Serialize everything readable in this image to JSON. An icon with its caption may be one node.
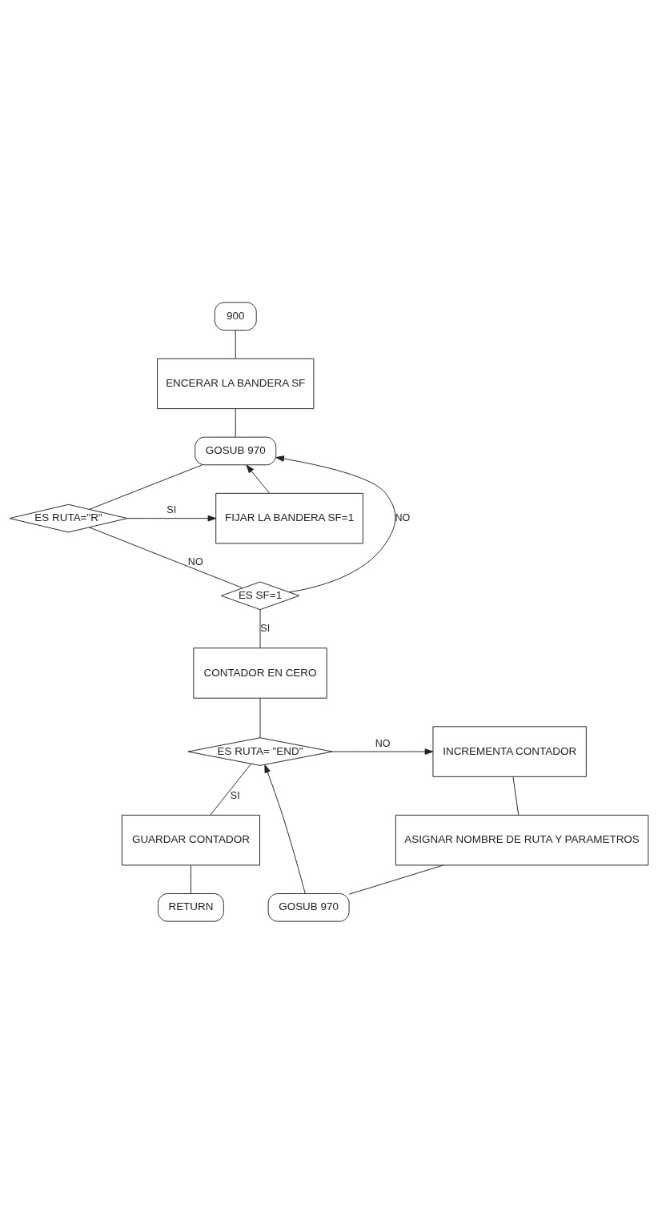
{
  "diagram": {
    "nodes": [
      {
        "text": [
          "900"
        ]
      },
      {
        "text": [
          "ENCERAR LA BANDERA SF"
        ]
      },
      {
        "text": [
          "GOSUB 970"
        ]
      },
      {
        "text": [
          "ES RUTA=\"R\""
        ]
      },
      {
        "text": [
          "FIJAR LA BANDERA SF=1"
        ]
      },
      {
        "text": [
          "ES SF=1"
        ]
      },
      {
        "text": [
          "CONTADOR EN CERO"
        ]
      },
      {
        "text": [
          "ES RUTA= \"END\""
        ]
      },
      {
        "text": [
          "INCREMENTA CONTADOR"
        ]
      },
      {
        "text": [
          "GUARDAR CONTADOR"
        ]
      },
      {
        "text": [
          "ASIGNAR NOMBRE DE RUTA Y PARAMETROS"
        ]
      },
      {
        "text": [
          "RETURN"
        ]
      },
      {
        "text": [
          "GOSUB 970"
        ]
      }
    ],
    "edges": [
      {
        "from": 0,
        "to": 1,
        "arrow": "none"
      },
      {
        "from": 1,
        "to": 2,
        "arrow": "none"
      },
      {
        "from": 2,
        "to": 3,
        "arrow": "none"
      },
      {
        "from": 3,
        "to": 4,
        "arrow": "to",
        "label": "SI"
      },
      {
        "from": 3,
        "to": 5,
        "arrow": "none",
        "label": "NO"
      },
      {
        "from": 4,
        "to": 2,
        "arrow": "to"
      },
      {
        "from": 5,
        "to": 2,
        "arrow": "to",
        "label": "NO"
      },
      {
        "from": 5,
        "to": 6,
        "arrow": "none",
        "label": "SI"
      },
      {
        "from": 6,
        "to": 7,
        "arrow": "none"
      },
      {
        "from": 7,
        "to": 8,
        "arrow": "to",
        "label": "NO"
      },
      {
        "from": 7,
        "to": 9,
        "arrow": "none",
        "label": "SI"
      },
      {
        "from": 8,
        "to": 10,
        "arrow": "none"
      },
      {
        "from": 10,
        "to": 12,
        "arrow": "none"
      },
      {
        "from": 12,
        "to": 7,
        "arrow": "to"
      },
      {
        "from": 9,
        "to": 11,
        "arrow": "none"
      }
    ]
  }
}
